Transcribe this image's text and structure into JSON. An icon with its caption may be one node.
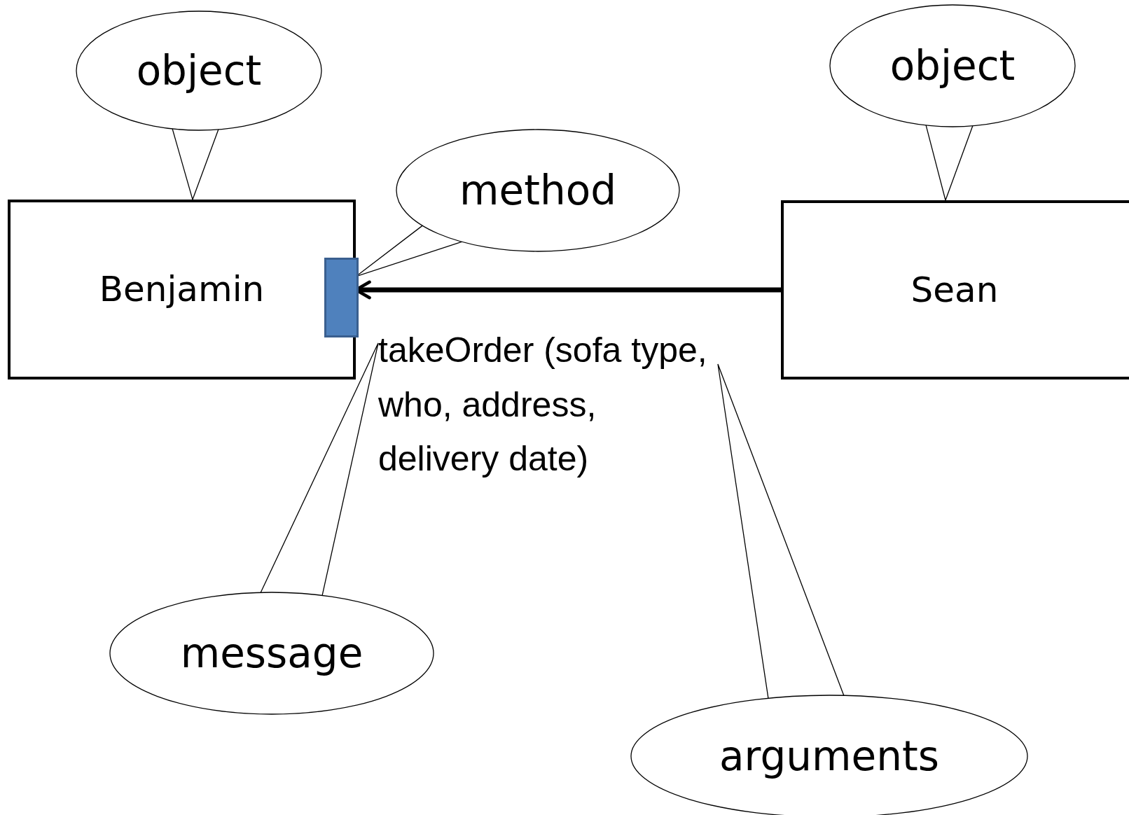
{
  "diagram": {
    "nodes": [
      {
        "text": [
          "object"
        ]
      },
      {
        "text": [
          "object"
        ]
      },
      {
        "text": [
          "Benjamin"
        ]
      },
      {
        "text": [
          "method"
        ]
      },
      {
        "text": [],
        "shape": "box",
        "in": 2
      },
      {
        "text": [
          "Sean"
        ]
      },
      {
        "text": [
          "takeOrder (sofa type, who, address, delivery date)"
        ]
      },
      {
        "text": [
          "message"
        ]
      },
      {
        "text": [
          "arguments"
        ]
      }
    ],
    "edges": [
      {
        "from": 5,
        "to": 4,
        "arrow": "to",
        "style": "thick"
      },
      {
        "from": 0,
        "to": 2,
        "arrow": "none"
      },
      {
        "from": 1,
        "to": 5,
        "arrow": "none"
      },
      {
        "from": 3,
        "to": 4,
        "arrow": "none"
      },
      {
        "from": 7,
        "to": 6,
        "arrow": "none"
      },
      {
        "from": 8,
        "to": 6,
        "arrow": "none"
      }
    ]
  }
}
